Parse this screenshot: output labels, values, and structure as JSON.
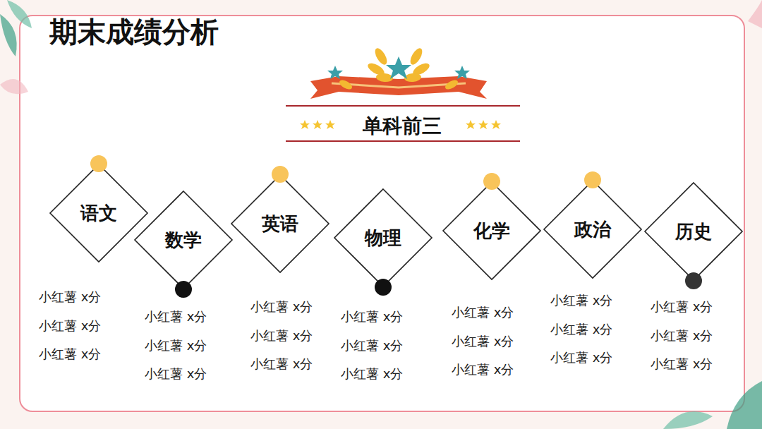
{
  "diagram": {
    "title": "期末成绩分析",
    "nodes": [
      {
        "text": [
          "语文"
        ]
      },
      {
        "text": [
          "数学"
        ]
      },
      {
        "text": [
          "英语"
        ]
      },
      {
        "text": [
          "物理"
        ]
      },
      {
        "text": [
          "化学"
        ]
      },
      {
        "text": [
          "政治"
        ]
      },
      {
        "text": [
          "历史"
        ]
      }
    ],
    "labels": [
      "单科前三",
      "小红薯 x分",
      "小红薯 x分",
      "小红薯 x分",
      "小红薯 x分",
      "小红薯 x分",
      "小红薯 x分",
      "小红薯 x分",
      "小红薯 x分",
      "小红薯 x分",
      "小红薯 x分",
      "小红薯 x分",
      "小红薯 x分",
      "小红薯 x分",
      "小红薯 x分",
      "小红薯 x分",
      "小红薯 x分",
      "小红薯 x分",
      "小红薯 x分",
      "小红薯 x分",
      "小红薯 x分",
      "小红薯 x分"
    ]
  }
}
